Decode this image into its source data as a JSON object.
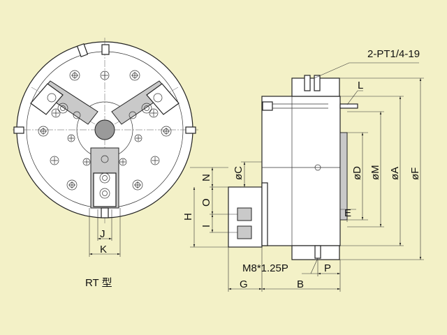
{
  "model_label": "RT 型",
  "port_label": "2-PT1/4-19",
  "thread_label": "M8*1.25P",
  "dims": {
    "L": "L",
    "C": "øC",
    "D": "øD",
    "M": "øM",
    "A": "øA",
    "F": "øF",
    "N": "N",
    "O": "O",
    "H": "H",
    "I": "I",
    "E": "E",
    "J": "J",
    "K": "K",
    "P": "P",
    "G": "G",
    "B": "B"
  }
}
